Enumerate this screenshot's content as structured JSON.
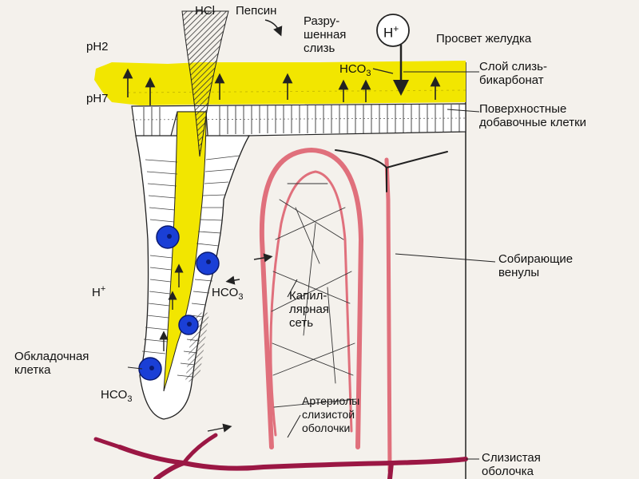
{
  "labels": {
    "hcl": "HCl",
    "pepsin": "Пепсин",
    "degraded_mucus_1": "Разру-",
    "degraded_mucus_2": "шенная",
    "degraded_mucus_3": "слизь",
    "h_plus_top": "H",
    "plus": "+",
    "lumen": "Просвет желудка",
    "ph2": "pH2",
    "ph7": "pH7",
    "hco3_mucus": "HCO",
    "mucus_layer_1": "Слой слизь-",
    "mucus_layer_2": "бикарбонат",
    "surface_cells_1": "Поверхностные",
    "surface_cells_2": "добавочные клетки",
    "venules_1": "Собирающие",
    "venules_2": "венулы",
    "h_plus_gland": "H",
    "hco3_gland": "HCO",
    "capillary_1": "Капил-",
    "capillary_2": "лярная",
    "capillary_3": "сеть",
    "parietal_1": "Обкладочная",
    "parietal_2": "клетка",
    "hco3_bottom": "HCO",
    "arterioles_1": "Артериолы",
    "arterioles_2": "слизистой",
    "arterioles_3": "оболочки",
    "mucosa_1": "Слизистая",
    "mucosa_2": "оболочка",
    "sub3": "3"
  },
  "colors": {
    "mucus_yellow": "#f2e600",
    "vessel_red": "#e0707c",
    "artery_dark": "#9b1744",
    "nucleus_blue": "#1a3fd6",
    "line_black": "#222222"
  }
}
